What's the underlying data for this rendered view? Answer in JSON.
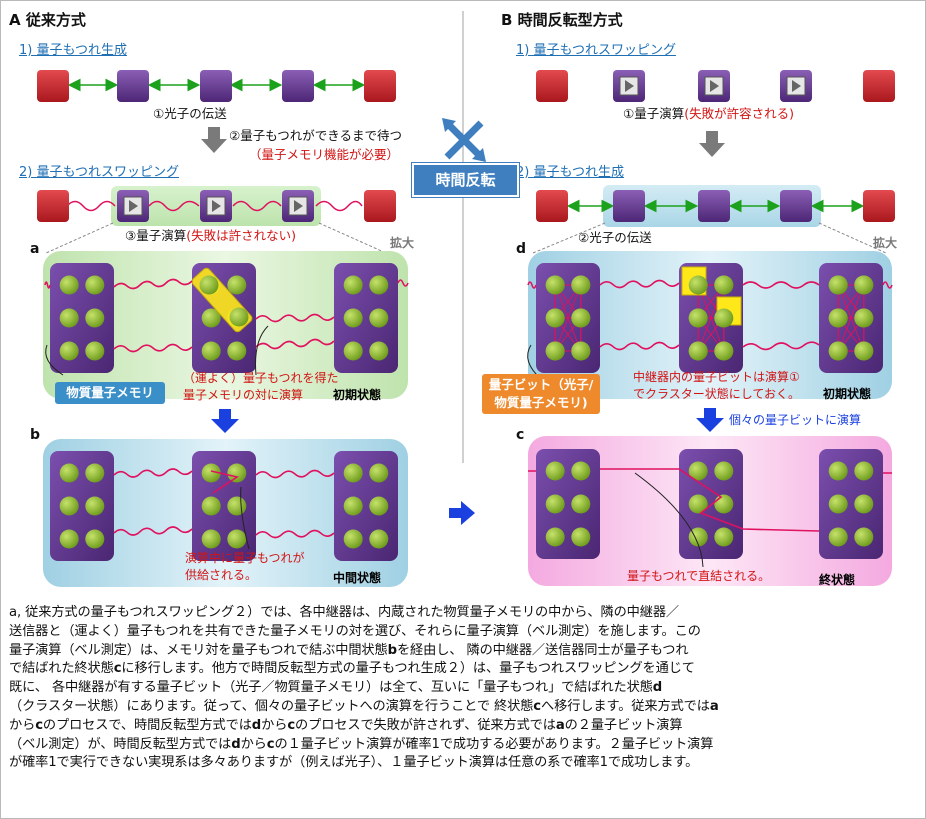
{
  "section_a": {
    "title": "A  従来方式",
    "step1": "1) 量子もつれ生成",
    "photon_transfer": "①光子の伝送",
    "wait_line1": "②量子もつれができるまで待つ",
    "wait_line2": "（量子メモリ機能が必要）",
    "step2": "2) 量子もつれスワッピング",
    "op_black": "③量子演算",
    "op_red": "(失敗は許されない)",
    "zoom": "拡大"
  },
  "section_b": {
    "title": "B  時間反転型方式",
    "step1": "1) 量子もつれスワッピング",
    "op_black": "①量子演算",
    "op_red": "(失敗が許容される)",
    "step2": "2) 量子もつれ生成",
    "photon_transfer": "②光子の伝送",
    "zoom": "拡大"
  },
  "time_reversal": "時間反転",
  "panels": {
    "a": {
      "letter": "a",
      "memory_tag": "物質量子メモリ",
      "note_line1": "（運よく）量子もつれを得た",
      "note_line2": "量子メモリの対に演算",
      "state": "初期状態"
    },
    "b": {
      "letter": "b",
      "note_line1": "演算中に量子もつれが",
      "note_line2": "供給される。",
      "state": "中間状態"
    },
    "d": {
      "letter": "d",
      "qubit_tag_line1": "量子ビット（光子/",
      "qubit_tag_line2": "物質量子メモリ)",
      "note_line1": "中継器内の量子ビットは演算①",
      "note_line2": "でクラスター状態にしておく。",
      "state": "初期状態",
      "arrow_label": "個々の量子ビットに演算"
    },
    "c": {
      "letter": "c",
      "note": "量子もつれで直結される。",
      "state": "終状態"
    }
  },
  "colors": {
    "node_red": "#c8262b",
    "node_purple": "#6a3d96",
    "qubit_green": "#86b52a",
    "link_green": "#1ca11c",
    "wavy": "#e0115f",
    "arrow_blue": "#1a40e0",
    "tag_blue": "#3a8fc8",
    "tag_orange": "#ee8a2c",
    "time_reverse_bg": "#3f7fbf"
  },
  "paragraph": [
    [
      {
        "t": "a,  従来方式の量子もつれスワッピング２）では、各中継器は、内蔵された物質量子メモリの中から、隣の中継器／",
        "b": false
      }
    ],
    [
      {
        "t": "送信器と（運よく）量子もつれを共有できた量子メモリの対を選び、それらに量子演算（ベル測定）を施します。この",
        "b": false
      }
    ],
    [
      {
        "t": "量子演算（ベル測定）は、メモリ対を量子もつれで結ぶ中間状態",
        "b": false
      },
      {
        "t": "b",
        "b": true
      },
      {
        "t": "を経由し、 隣の中継器／送信器同士が量子もつれ",
        "b": false
      }
    ],
    [
      {
        "t": "で結ばれた終状態",
        "b": false
      },
      {
        "t": "c",
        "b": true
      },
      {
        "t": "に移行します。他方で時間反転型方式の量子もつれ生成２）は、量子もつれスワッピングを通じて",
        "b": false
      }
    ],
    [
      {
        "t": "既に、 各中継器が有する量子ビット（光子／物質量子メモリ）は全て、互いに「量子もつれ」で結ばれた状態",
        "b": false
      },
      {
        "t": "d",
        "b": true
      }
    ],
    [
      {
        "t": "（クラスター状態）にあります。従って、個々の量子ビットへの演算を行うことで 終状態",
        "b": false
      },
      {
        "t": "c",
        "b": true
      },
      {
        "t": "へ移行します。従来方式では",
        "b": false
      },
      {
        "t": "a",
        "b": true
      }
    ],
    [
      {
        "t": "から",
        "b": false
      },
      {
        "t": "c",
        "b": true
      },
      {
        "t": "のプロセスで、時間反転型方式では",
        "b": false
      },
      {
        "t": "d",
        "b": true
      },
      {
        "t": "から",
        "b": false
      },
      {
        "t": "c",
        "b": true
      },
      {
        "t": "のプロセスで失敗が許されず、従来方式では",
        "b": false
      },
      {
        "t": "a",
        "b": true
      },
      {
        "t": "の２量子ビット演算",
        "b": false
      }
    ],
    [
      {
        "t": "（ベル測定）が、時間反転型方式では",
        "b": false
      },
      {
        "t": "d",
        "b": true
      },
      {
        "t": "から",
        "b": false
      },
      {
        "t": "c",
        "b": true
      },
      {
        "t": "の１量子ビット演算が確率1で成功する必要があります。２量子ビット演算",
        "b": false
      }
    ],
    [
      {
        "t": "が確率1で実行できない実現系は多々ありますが（例えば光子）、１量子ビット演算は任意の系で確率1で成功します。",
        "b": false
      }
    ]
  ]
}
